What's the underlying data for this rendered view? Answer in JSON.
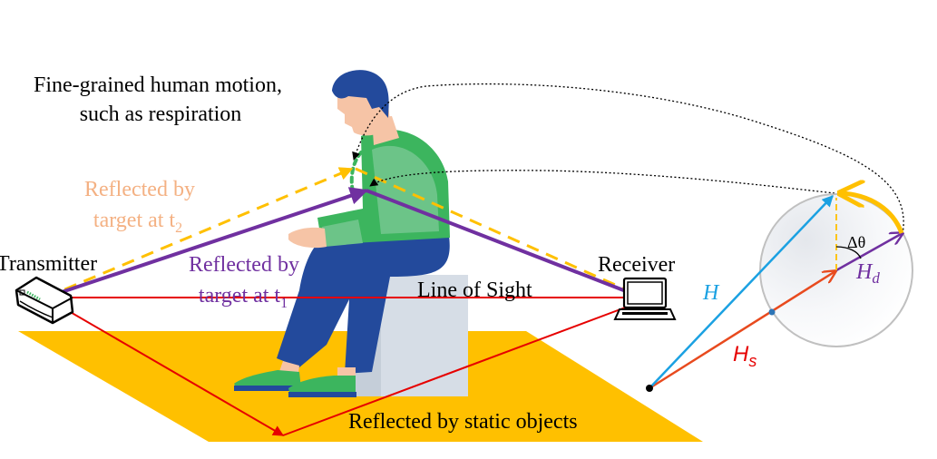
{
  "labels": {
    "motion_line1": "Fine-grained human motion,",
    "motion_line2": "such as respiration",
    "reflected_t2_line1": "Reflected by",
    "reflected_t2_line2": "target at t",
    "reflected_t2_sub": "2",
    "reflected_t1_line1": "Reflected by",
    "reflected_t1_line2": "target at t",
    "reflected_t1_sub": "1",
    "transmitter": "Transmitter",
    "receiver": "Receiver",
    "line_of_sight": "Line of Sight",
    "static_objects": "Reflected by static objects",
    "vector_H": "H",
    "vector_Hs_main": "H",
    "vector_Hs_sub": "s",
    "vector_Hd_main": "H",
    "vector_Hd_sub": "d",
    "angle": "Δθ"
  },
  "colors": {
    "floor": "#ffc000",
    "los_red": "#e60000",
    "purple": "#7030a0",
    "orange_text": "#f4b183",
    "dashed_yellow": "#ffc000",
    "cyan": "#1ba1e2",
    "hs_red": "#e84a1e",
    "hair_pants": "#234a9c",
    "shirt": "#3cb55e",
    "shirt_light": "#6cc488",
    "skin": "#f6c4a6",
    "box": "#d6dde6",
    "box_side": "#c5ced9",
    "circle_stroke": "#c0c0c0"
  }
}
